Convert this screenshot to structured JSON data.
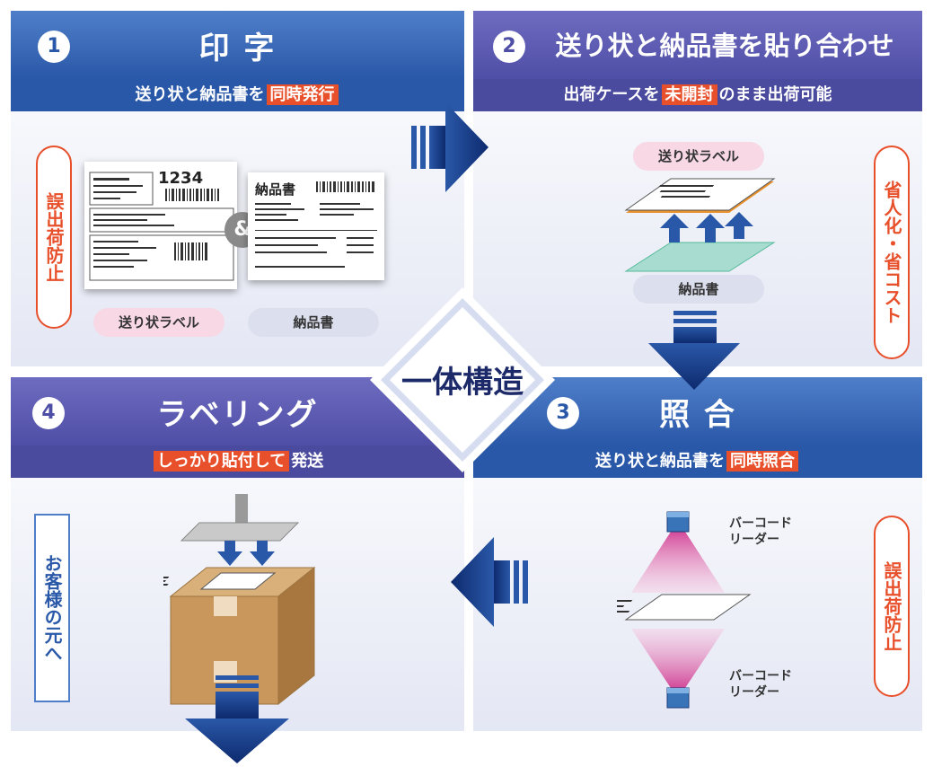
{
  "center": {
    "label": "一体構造"
  },
  "step1": {
    "number": "1",
    "title": "印 字",
    "subtitle_pre": "送り状と納品書を",
    "subtitle_hl": "同時発行",
    "subtitle_post": "",
    "side_badge": "誤出荷防止",
    "label_pill": "送り状ラベル",
    "invoice_pill": "納品書",
    "amp": "&",
    "doc_number": "1234",
    "invoice_title": "納品書"
  },
  "step2": {
    "number": "2",
    "title": "送り状と納品書を貼り合わせ",
    "subtitle_pre": "出荷ケースを",
    "subtitle_hl": "未開封",
    "subtitle_post": "のまま出荷可能",
    "side_badge": "省人化・省コスト",
    "label_pill": "送り状ラベル",
    "invoice_pill": "納品書"
  },
  "step3": {
    "number": "3",
    "title": "照 合",
    "subtitle_pre": "送り状と納品書を",
    "subtitle_hl": "同時照合",
    "subtitle_post": "",
    "side_badge": "誤出荷防止",
    "reader_top_line1": "バーコード",
    "reader_top_line2": "リーダー",
    "reader_bottom_line1": "バーコード",
    "reader_bottom_line2": "リーダー"
  },
  "step4": {
    "number": "4",
    "title": "ラベリング",
    "subtitle_pre": "",
    "subtitle_hl": "しっかり貼付して",
    "subtitle_post": "発送",
    "side_badge": "お客様の元へ"
  }
}
